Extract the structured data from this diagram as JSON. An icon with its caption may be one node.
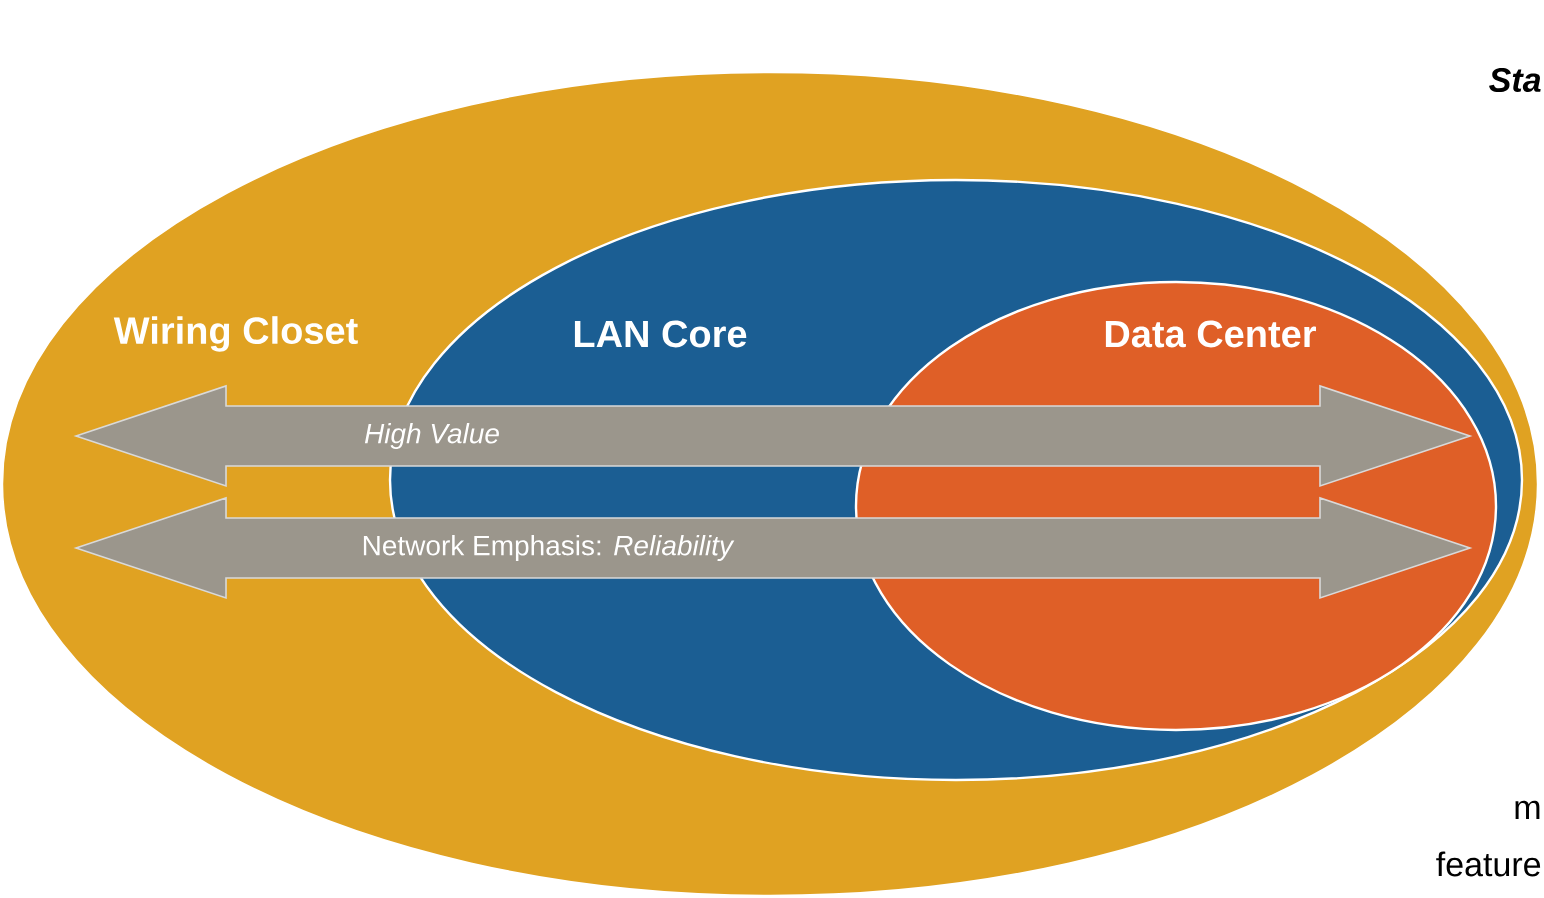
{
  "diagram": {
    "nodes": [
      {
        "text": [
          "Wiring Closet"
        ]
      },
      {
        "text": [
          "LAN Core"
        ],
        "in": 0
      },
      {
        "text": [
          "Data Center"
        ],
        "in": 1
      },
      {
        "text": [
          "*High Value*"
        ],
        "in": 0
      },
      {
        "text": [
          "Network Emphasis: *Reliability*"
        ],
        "in": 0
      }
    ],
    "labels": [
      "Sta",
      "m",
      "feature"
    ]
  }
}
